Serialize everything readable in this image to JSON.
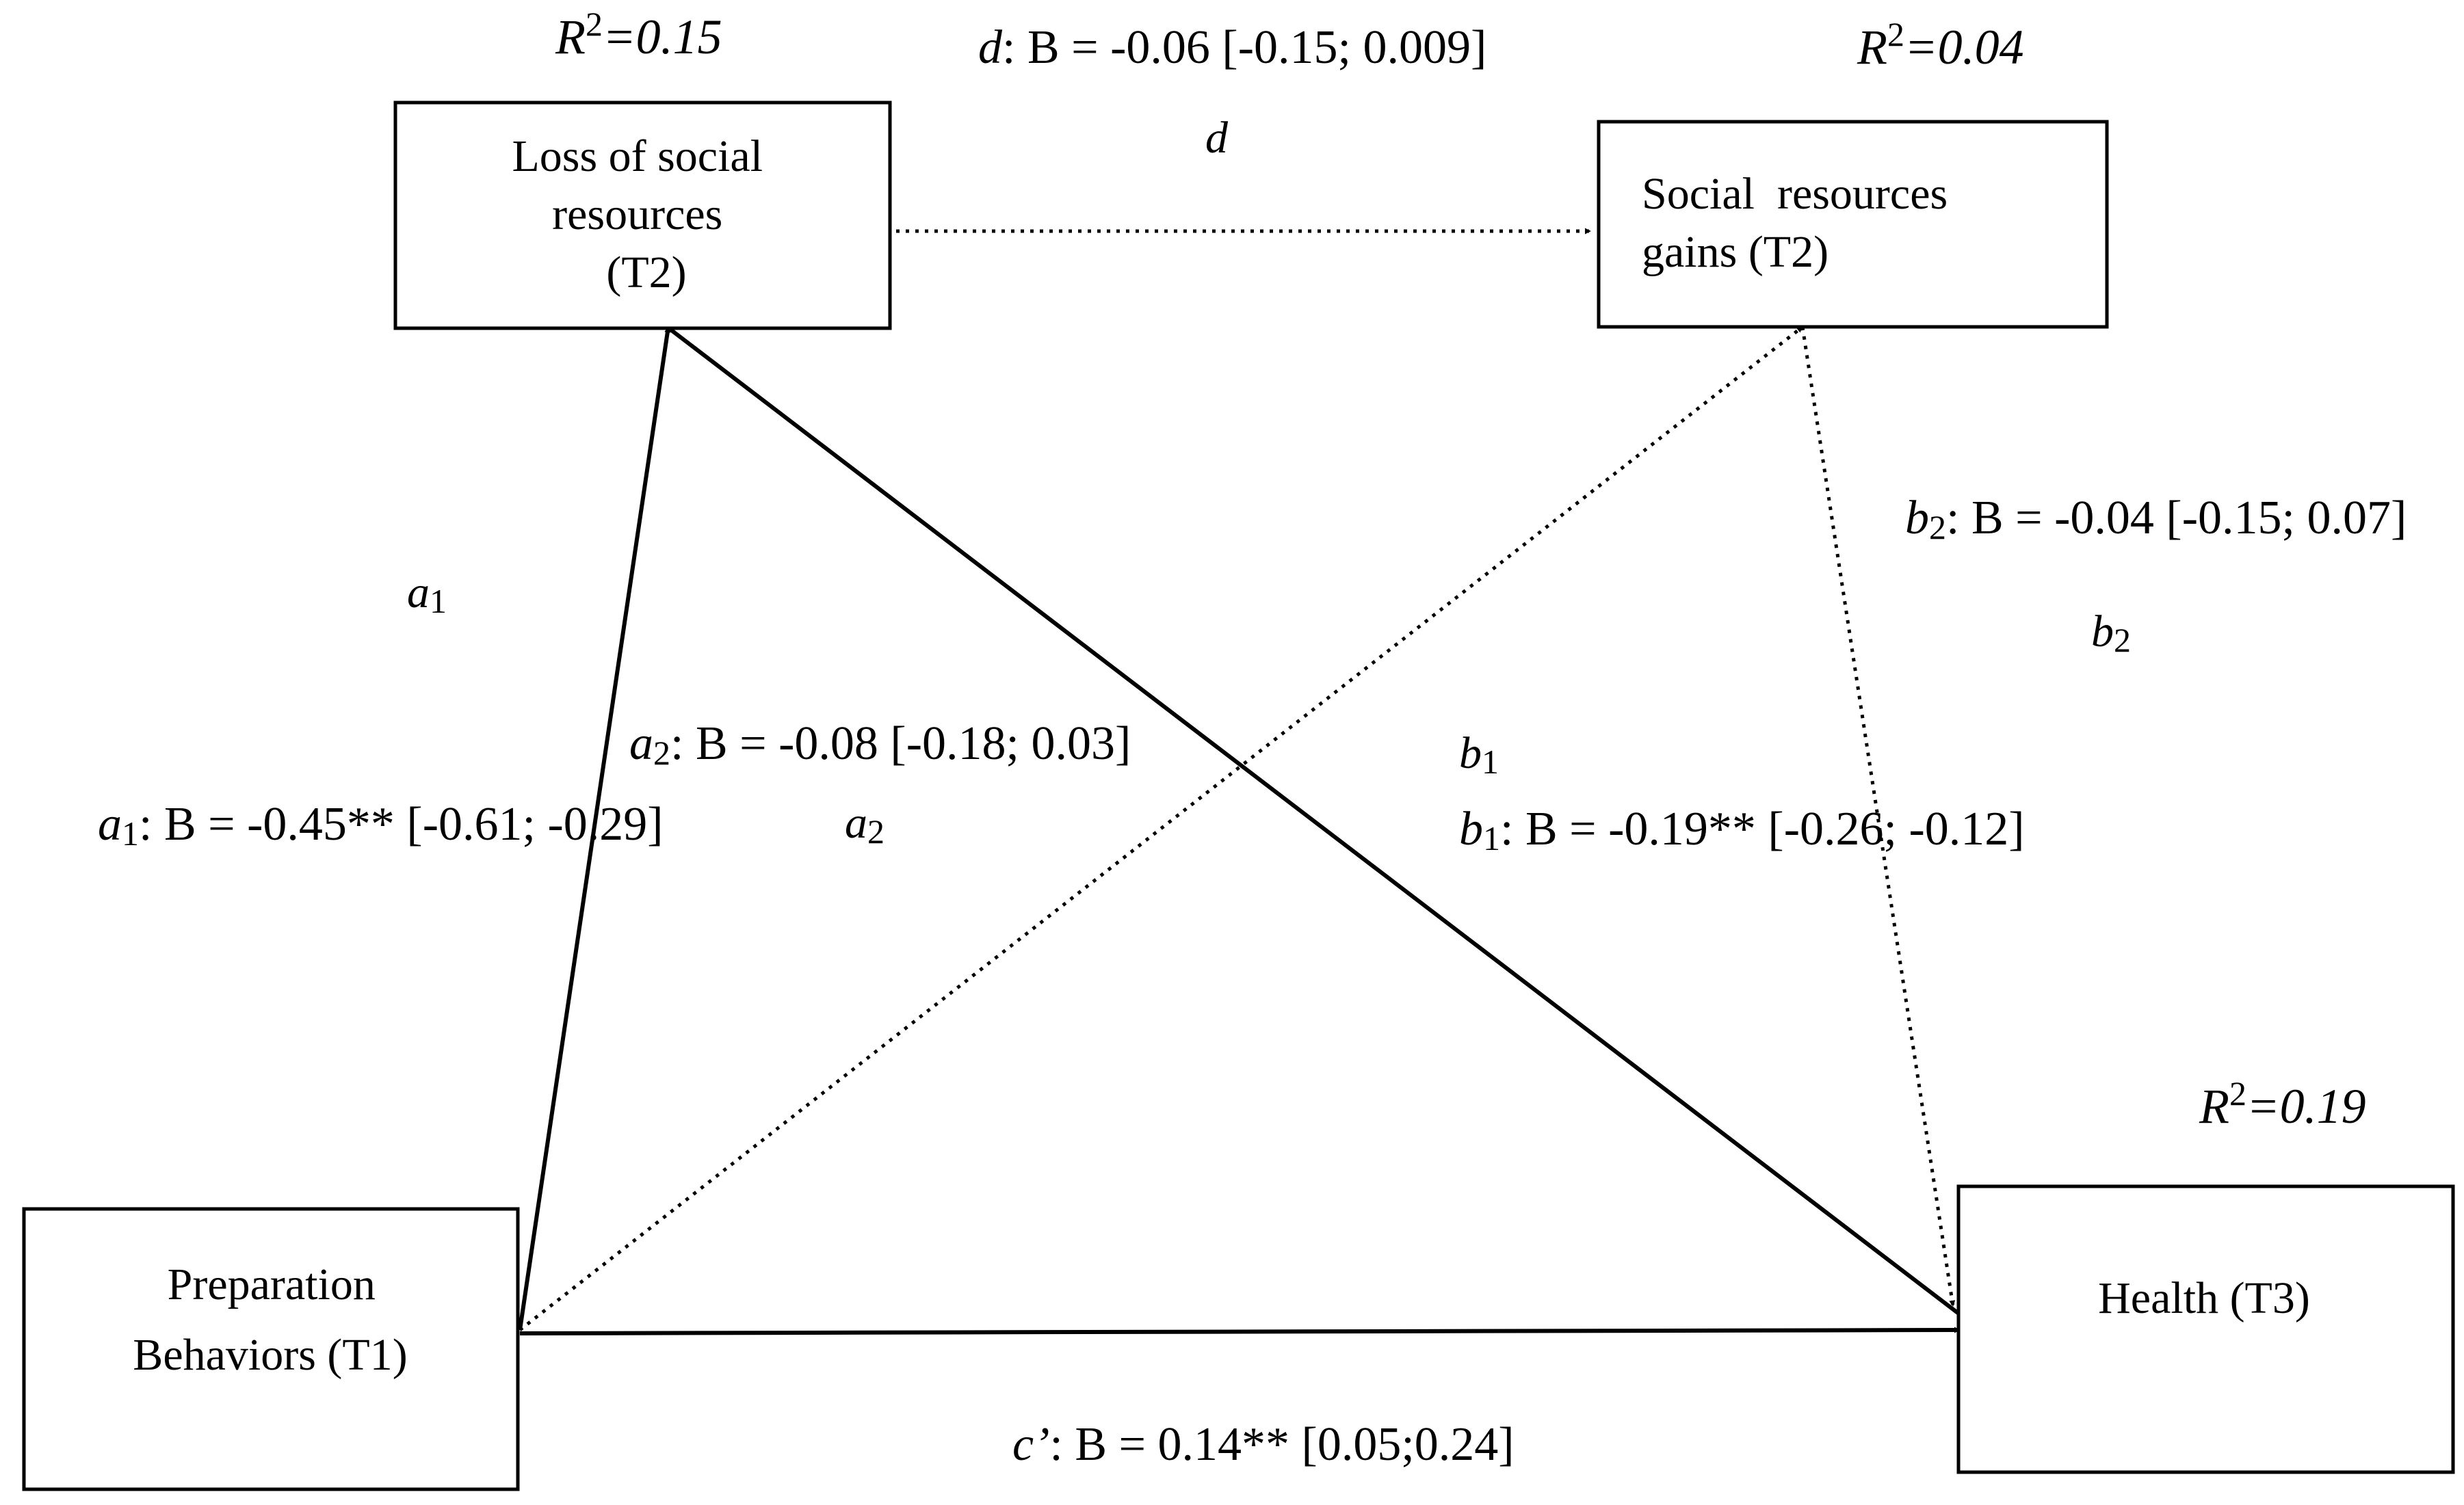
{
  "nodes": {
    "loss": {
      "lines": [
        "Loss of social",
        "resources",
        "(T2)"
      ],
      "r2": "0.15"
    },
    "gains": {
      "lines": [
        "Social  resources",
        "gains (T2)"
      ],
      "r2": "0.04"
    },
    "prep": {
      "lines": [
        "Preparation",
        "Behaviors (T1)"
      ]
    },
    "health": {
      "lines": [
        "Health (T3)"
      ],
      "r2": "0.19"
    }
  },
  "paths": {
    "d": {
      "letter": "d",
      "sub": "",
      "coef": ": B = -0.06 [-0.15; 0.009]",
      "style": "dotted"
    },
    "a1": {
      "letter": "a",
      "sub": "1",
      "coef": ": B = -0.45** [-0.61; -0.29]",
      "style": "solid"
    },
    "a2": {
      "letter": "a",
      "sub": "2",
      "coef": ": B = -0.08 [-0.18; 0.03]",
      "style": "dotted"
    },
    "b1": {
      "letter": "b",
      "sub": "1",
      "coef": ": B = -0.19** [-0.26; -0.12]",
      "style": "solid"
    },
    "b2": {
      "letter": "b",
      "sub": "2",
      "coef": ": B = -0.04 [-0.15; 0.07]",
      "style": "dotted"
    },
    "c": {
      "letter": "c’",
      "sub": "",
      "coef": ": B = 0.14** [0.05;0.24]",
      "style": "solid"
    }
  },
  "r2_prefix": "R",
  "r2_sup": "2",
  "r2_eq": "="
}
